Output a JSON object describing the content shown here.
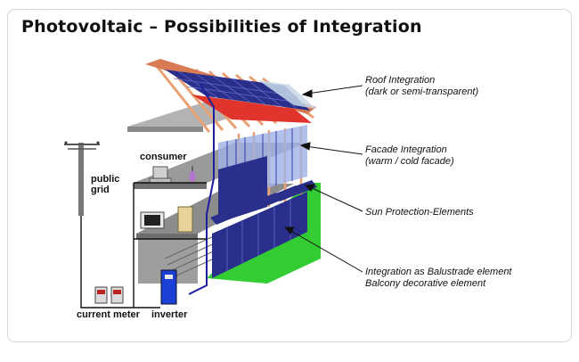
{
  "title": "Photovoltaic – Possibilities of Integration",
  "left_labels": {
    "consumer": "consumer",
    "public_grid_line1": "public",
    "public_grid_line2": "grid",
    "current_meter": "current meter",
    "inverter": "inverter"
  },
  "callouts": [
    {
      "line1": "Roof Integration",
      "line2": "(dark or semi-transparent)"
    },
    {
      "line1": "Facade Integration",
      "line2": "(warm / cold facade)"
    },
    {
      "line1": "Sun Protection-Elements",
      "line2": ""
    },
    {
      "line1": "Integration as Balustrade element",
      "line2": "Balcony decorative element"
    }
  ],
  "colors": {
    "pv_panel": "#2a2f8c",
    "roof_red": "#e0342c",
    "lawn_green": "#33cc33",
    "wiring": "#1b1f9a",
    "timber": "#e9a072"
  }
}
